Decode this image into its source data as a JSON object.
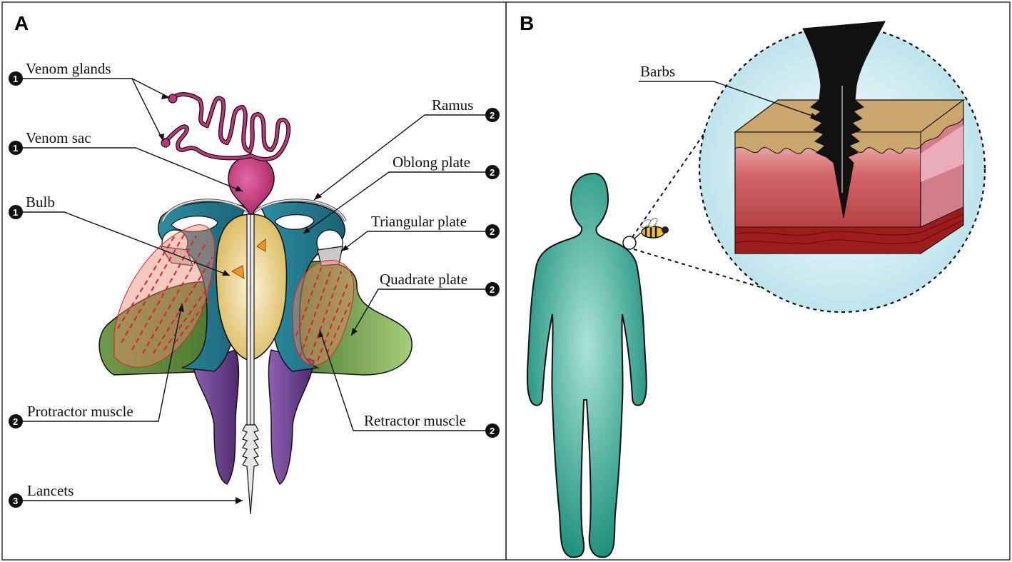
{
  "panels": {
    "a": {
      "letter": "A"
    },
    "b": {
      "letter": "B"
    }
  },
  "labels_a": [
    {
      "key": "venom_glands",
      "text": "Venom glands",
      "badge": "1"
    },
    {
      "key": "venom_sac",
      "text": "Venom sac",
      "badge": "1"
    },
    {
      "key": "bulb",
      "text": "Bulb",
      "badge": "1"
    },
    {
      "key": "ramus",
      "text": "Ramus",
      "badge": "2"
    },
    {
      "key": "oblong_plate",
      "text": "Oblong plate",
      "badge": "2"
    },
    {
      "key": "triangular_plate",
      "text": "Triangular plate",
      "badge": "2"
    },
    {
      "key": "quadrate_plate",
      "text": "Quadrate plate",
      "badge": "2"
    },
    {
      "key": "protractor_muscle",
      "text": "Protractor muscle",
      "badge": "2"
    },
    {
      "key": "retractor_muscle",
      "text": "Retractor muscle",
      "badge": "2"
    },
    {
      "key": "lancets",
      "text": "Lancets",
      "badge": "3"
    }
  ],
  "labels_b": [
    {
      "key": "barbs",
      "text": "Barbs"
    }
  ],
  "colors": {
    "venom": "#b02a6e",
    "bulb": "#e3c46a",
    "teal_plate": "#1f7a8c",
    "quadrate_green": "#5d8a3c",
    "purple_plate": "#6b3f8f",
    "muscle_dash": "#e02020",
    "human": "#1b9a83",
    "zoom_bg": "#bfe6ec",
    "skin_top": "#c9a66b",
    "dermis": "#c0504d",
    "muscle_layer": "#9e1c1c",
    "stinger": "#111111"
  }
}
